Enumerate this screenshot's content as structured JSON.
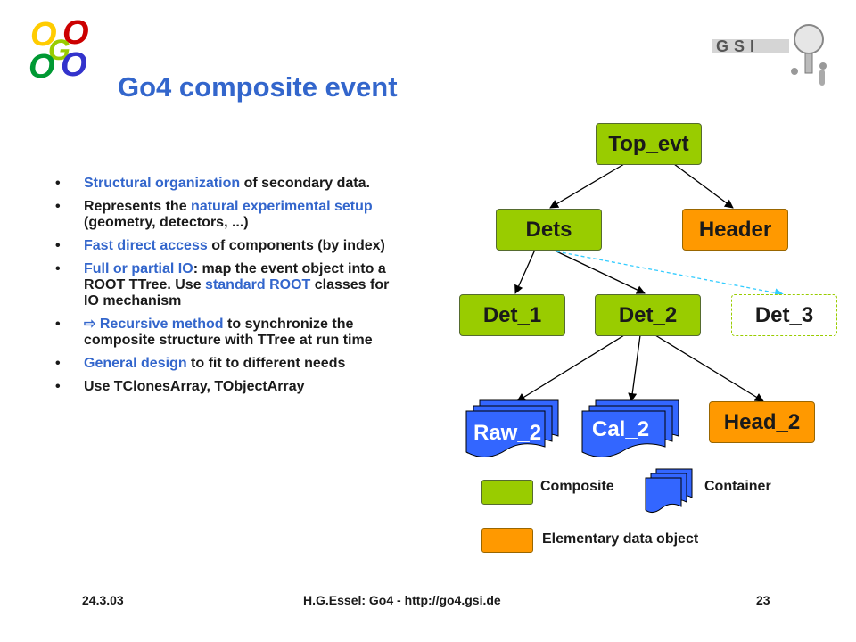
{
  "slide": {
    "title": "Go4 composite event",
    "logo": {
      "letters": [
        "O",
        "O",
        "G",
        "O",
        "O"
      ]
    },
    "gsi_logo_text": "GSI"
  },
  "bullets": [
    {
      "parts": [
        {
          "t": "Structural organization",
          "hl": true
        },
        {
          "t": " of secondary data.",
          "hl": false
        }
      ]
    },
    {
      "parts": [
        {
          "t": "Represents the ",
          "hl": false
        },
        {
          "t": "natural experimental setup",
          "hl": true
        },
        {
          "t": " (geometry, detectors, ...)",
          "hl": false
        }
      ]
    },
    {
      "parts": [
        {
          "t": "Fast direct access",
          "hl": true
        },
        {
          "t": " of components (by index)",
          "hl": false
        }
      ]
    },
    {
      "parts": [
        {
          "t": "Full or partial IO",
          "hl": true
        },
        {
          "t": ": map the event object into a ROOT TTree. Use ",
          "hl": false
        },
        {
          "t": "standard ROOT",
          "hl": true
        },
        {
          "t": " classes for IO mechanism",
          "hl": false
        }
      ]
    },
    {
      "parts": [
        {
          "t": "⇨ ",
          "hl": true
        },
        {
          "t": "Recursive method",
          "hl": true
        },
        {
          "t": " to synchronize the composite structure with TTree at run time",
          "hl": false
        }
      ]
    },
    {
      "parts": [
        {
          "t": "General design",
          "hl": true
        },
        {
          "t": " to fit to different needs",
          "hl": false
        }
      ]
    },
    {
      "parts": [
        {
          "t": "Use TClonesArray, TObjectArray",
          "hl": false
        }
      ]
    }
  ],
  "bullet_symbol": "•",
  "diagram": {
    "top": "Top_evt",
    "dets": "Dets",
    "header": "Header",
    "det1": "Det_1",
    "det2": "Det_2",
    "det3": "Det_3",
    "raw2": "Raw_2",
    "cal2": "Cal_2",
    "head2": "Head_2"
  },
  "legend": {
    "composite": "Composite",
    "container": "Container",
    "elementary": "Elementary data object"
  },
  "footer": {
    "date": "24.3.03",
    "author": "H.G.Essel: Go4 - http://go4.gsi.de",
    "page": "23"
  },
  "colors": {
    "composite": "#99cc00",
    "elementary": "#ff9900",
    "container": "#3366ff",
    "highlight": "#3366cc"
  }
}
